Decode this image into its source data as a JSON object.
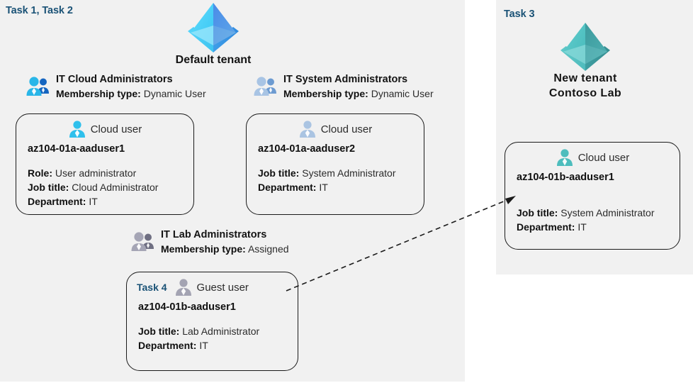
{
  "colors": {
    "panel_bg": "#f1f1f1",
    "page_bg": "#ffffff",
    "task_blue": "#1a5276",
    "text_dark": "#101010",
    "text_value": "#2b2b2b",
    "border": "#1b1b1b",
    "tenant_default_icon": "#4aa8f0",
    "tenant_new_icon": "#4ab5b5",
    "group_icon_blue": "#29b6e8",
    "group_icon_light": "#a8c4e4",
    "group_icon_gray": "#9a9aa8",
    "user_icon_cyan": "#2fc0ec",
    "user_icon_light": "#aac4e2",
    "user_icon_teal": "#4dbdbd",
    "user_icon_gray": "#a3a3b2"
  },
  "panels": {
    "default_tenant": {
      "task_label": "Task 1, Task 2",
      "tenant_name": "Default tenant",
      "tenant_icon": "azure-ad-pyramid-icon"
    },
    "new_tenant": {
      "task_label": "Task 3",
      "tenant_name_line1": "New  tenant",
      "tenant_name_line2": "Contoso Lab",
      "tenant_icon": "azure-ad-pyramid-teal-icon"
    }
  },
  "groups": [
    {
      "id": "it-cloud-administrators",
      "name": "IT Cloud Administrators",
      "meta_label": "Membership type:",
      "meta_value": "Dynamic User",
      "icon": "group-users-icon"
    },
    {
      "id": "it-system-administrators",
      "name": "IT System Administrators",
      "meta_label": "Membership type:",
      "meta_value": "Dynamic User",
      "icon": "group-users-icon"
    },
    {
      "id": "it-lab-administrators",
      "name": "IT Lab Administrators",
      "meta_label": "Membership type:",
      "meta_value": "Assigned",
      "icon": "group-users-icon"
    }
  ],
  "users": [
    {
      "id": "az104-01a-aaduser1",
      "task_tag": "",
      "user_type": "Cloud user",
      "icon": "cloud-user-icon",
      "username": "az104-01a-aaduser1",
      "attrs": [
        {
          "label": "Role:",
          "value": "User administrator"
        },
        {
          "label": "Job title:",
          "value": "Cloud Administrator"
        },
        {
          "label": "Department:",
          "value": "IT"
        }
      ]
    },
    {
      "id": "az104-01a-aaduser2",
      "task_tag": "",
      "user_type": "Cloud user",
      "icon": "cloud-user-icon",
      "username": "az104-01a-aaduser2",
      "attrs": [
        {
          "label": "Job title:",
          "value": "System Administrator"
        },
        {
          "label": "Department:",
          "value": "IT"
        }
      ]
    },
    {
      "id": "az104-01b-aaduser1-guest",
      "task_tag": "Task 4",
      "user_type": "Guest user",
      "icon": "guest-user-icon",
      "username": "az104-01b-aaduser1",
      "attrs": [
        {
          "label": "Job title:",
          "value": "Lab Administrator"
        },
        {
          "label": "Department:",
          "value": "IT"
        }
      ]
    },
    {
      "id": "az104-01b-aaduser1-cloud",
      "task_tag": "",
      "user_type": "Cloud user",
      "icon": "cloud-user-icon",
      "username": "az104-01b-aaduser1",
      "attrs": [
        {
          "label": "Job title:",
          "value": "System Administrator"
        },
        {
          "label": "Department:",
          "value": "IT"
        }
      ]
    }
  ],
  "connector": {
    "name": "guest-to-cloud-user-arrow",
    "style": "dashed",
    "from": "az104-01b-aaduser1-guest",
    "to": "az104-01b-aaduser1-cloud"
  }
}
